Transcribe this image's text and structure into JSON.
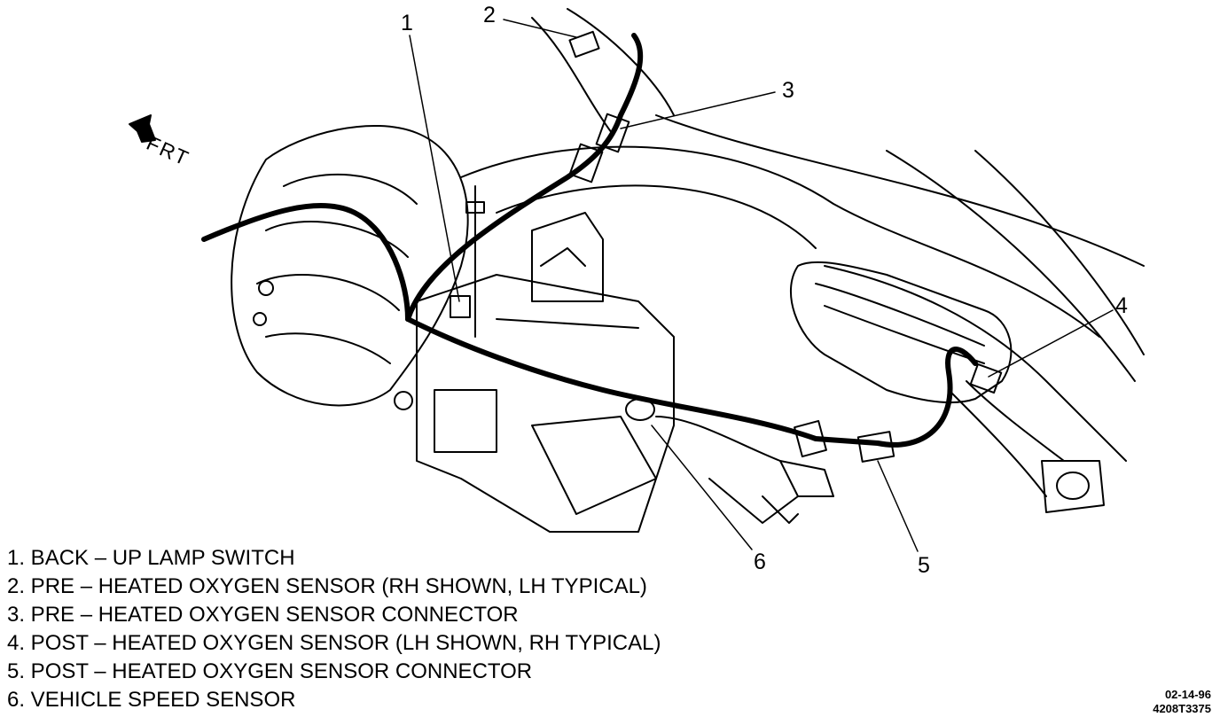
{
  "front_indicator": {
    "label": "FRT"
  },
  "callouts": [
    "1",
    "2",
    "3",
    "4",
    "5",
    "6"
  ],
  "legend": [
    "1. BACK – UP LAMP SWITCH",
    "2. PRE – HEATED OXYGEN SENSOR (RH SHOWN, LH TYPICAL)",
    "3. PRE – HEATED OXYGEN SENSOR CONNECTOR",
    "4. POST – HEATED OXYGEN SENSOR (LH SHOWN, RH TYPICAL)",
    "5. POST – HEATED OXYGEN SENSOR CONNECTOR",
    "6. VEHICLE SPEED SENSOR"
  ],
  "stamp": {
    "date": "02-14-96",
    "code": "4208T3375"
  }
}
